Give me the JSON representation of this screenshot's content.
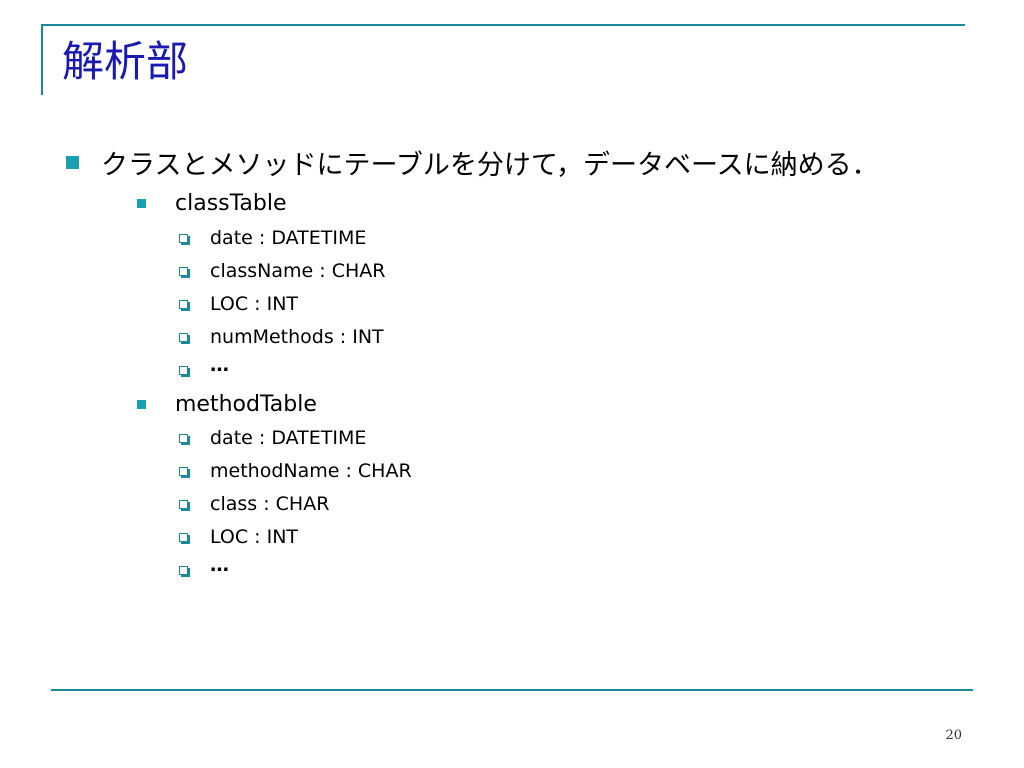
{
  "title": "解析部",
  "main_bullet": "クラスとメソッドにテーブルを分けて，データベースに納める．",
  "tables": [
    {
      "name": "classTable",
      "fields": [
        "date : DATETIME",
        "className : CHAR",
        "LOC : INT",
        "numMethods : INT",
        "…"
      ]
    },
    {
      "name": "methodTable",
      "fields": [
        "date : DATETIME",
        "methodName : CHAR",
        "class : CHAR",
        "LOC : INT",
        "…"
      ]
    }
  ],
  "page_number": "20",
  "colors": {
    "title": "#1a1ab3",
    "accent": "#1a8a9a",
    "bullet": "#1aa0b0"
  }
}
